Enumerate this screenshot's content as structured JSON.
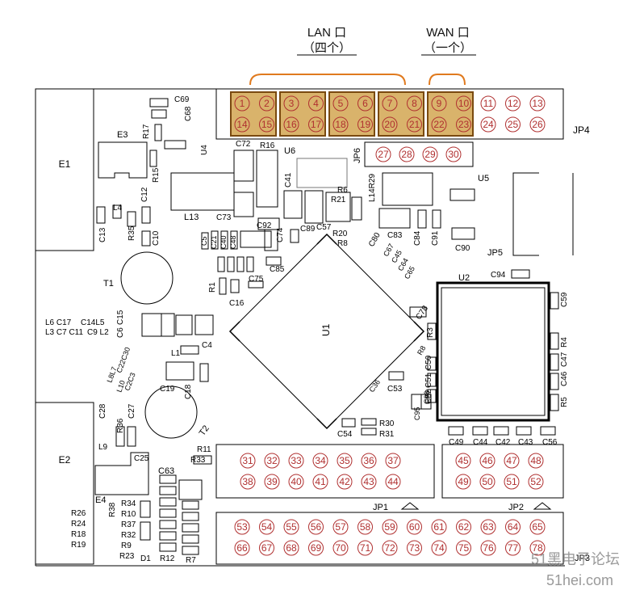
{
  "annotations": {
    "lan_title": "LAN 口",
    "lan_sub": "（四个）",
    "wan_title": "WAN 口",
    "wan_sub": "（一个）"
  },
  "colors": {
    "highlight_fill": "#d9b36b",
    "highlight_stroke": "#7a4a10",
    "bracket": "#e07a1e",
    "pin_text": "#b03030"
  },
  "jp4": {
    "name": "JP4",
    "top_row": [
      "1",
      "2",
      "3",
      "4",
      "5",
      "6",
      "7",
      "8",
      "9",
      "10",
      "11",
      "12",
      "13"
    ],
    "bottom_row": [
      "14",
      "15",
      "16",
      "17",
      "18",
      "19",
      "20",
      "21",
      "22",
      "23",
      "24",
      "25",
      "26"
    ]
  },
  "jp6": {
    "name": "JP6",
    "pins": [
      "27",
      "28",
      "29",
      "30"
    ]
  },
  "jp1": {
    "name": "JP1",
    "top_row": [
      "31",
      "32",
      "33",
      "34",
      "35",
      "36",
      "37"
    ],
    "bottom_row": [
      "38",
      "39",
      "40",
      "41",
      "42",
      "43",
      "44"
    ]
  },
  "jp2": {
    "name": "JP2",
    "top_row": [
      "45",
      "46",
      "47",
      "48"
    ],
    "bottom_row": [
      "49",
      "50",
      "51",
      "52"
    ]
  },
  "jp3": {
    "name": "JP3",
    "top_row": [
      "53",
      "54",
      "55",
      "56",
      "57",
      "58",
      "59",
      "60",
      "61",
      "62",
      "63",
      "64",
      "65"
    ],
    "bottom_row": [
      "66",
      "67",
      "68",
      "69",
      "70",
      "71",
      "72",
      "73",
      "74",
      "75",
      "76",
      "77",
      "78"
    ]
  },
  "parts": {
    "E1": "E1",
    "E2": "E2",
    "E3": "E3",
    "E4": "E4",
    "U1": "U1",
    "U2": "U2",
    "U4": "U4",
    "U5": "U5",
    "U6": "U6",
    "T1": "T1",
    "T2": "T2",
    "L1": "L1",
    "L13": "L13",
    "L4": "L4",
    "L9": "L9",
    "D1": "D1",
    "JP5": "JP5",
    "C69": "C69",
    "C68": "C68",
    "R17": "R17",
    "R15": "R15",
    "C72": "C72",
    "R16": "R16",
    "C41": "C41",
    "C12": "C12",
    "C13": "C13",
    "R35": "R35",
    "C10": "C10",
    "C73": "C73",
    "C92": "C92",
    "C74": "C74",
    "C89": "C89",
    "C57": "C57",
    "R6": "R6",
    "R21": "R21",
    "L14R29": "L14R29",
    "R20": "R20",
    "R8": "R8",
    "C80": "C80",
    "C83": "C83",
    "C84": "C84",
    "C91": "C91",
    "C90": "C90",
    "C5": "C5",
    "C21": "C21",
    "C40": "C40",
    "C48": "C48",
    "C85": "C85",
    "C67": "C67",
    "C45": "C45",
    "C64": "C64",
    "C65": "C65",
    "C94": "C94",
    "R1": "R1",
    "C75": "C75",
    "C16": "C16",
    "C78": "C78",
    "C59": "C59",
    "L6C17": "L6 C17",
    "C14L5": "C14L5",
    "C15": "C15",
    "L3C7C11": "L3 C7 C11",
    "C9L2": "C9 L2",
    "C6": "C6",
    "R3": "R3",
    "R4": "R4",
    "C47": "C47",
    "C46": "C46",
    "R5": "R5",
    "C4": "C4",
    "C22C30": "C22C30",
    "L8L7": "L8L7",
    "L10": "L10",
    "C2C3": "C2C3",
    "C19": "C19",
    "C18": "C18",
    "C50": "C50",
    "C51": "C51",
    "C52": "C52",
    "C53": "C53",
    "C36": "C36",
    "C95": "C95",
    "C96": "C96",
    "C28": "C28",
    "C27": "C27",
    "R36": "R36",
    "C25": "C25",
    "C54": "C54",
    "R30": "R30",
    "R31": "R31",
    "C49": "C49",
    "C44": "C44",
    "C42": "C42",
    "C43": "C43",
    "C56": "C56",
    "R11": "R11",
    "R33": "R33",
    "C63": "C63",
    "R38": "R38",
    "R34": "R34",
    "R10": "R10",
    "R37": "R37",
    "R32": "R32",
    "R9": "R9",
    "R23": "R23",
    "R26": "R26",
    "R24": "R24",
    "R18": "R18",
    "R19": "R19",
    "R12": "R12",
    "R7": "R7"
  },
  "watermark": {
    "line1": "51黑电子论坛",
    "line2": "51hei.com"
  }
}
